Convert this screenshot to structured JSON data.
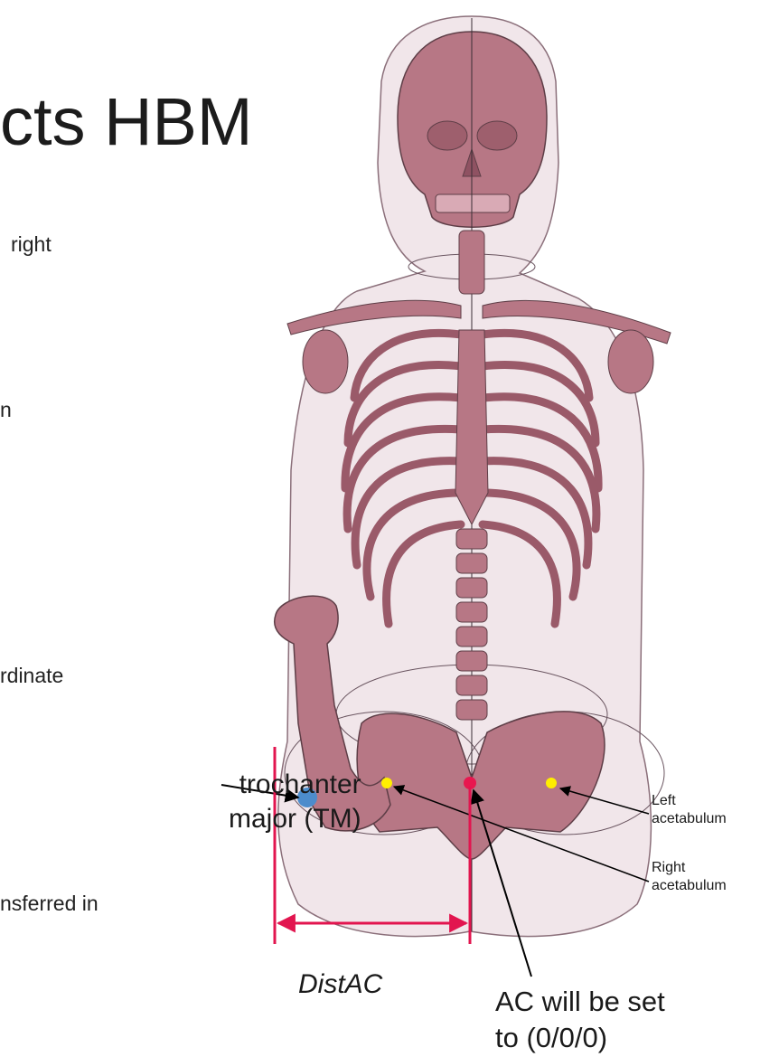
{
  "slide": {
    "title_fragment": "cts HBM",
    "body_fragments": [
      "right",
      "n",
      "rdinate",
      "nsferred in"
    ]
  },
  "labels": {
    "trochanter": "trochanter\nmajor (TM)",
    "left_acetabulum": "Left\nacetabulum",
    "right_acetabulum": "Right\nacetabulum",
    "distac": "DistAC",
    "ac_origin": "AC will be set\nto (0/0/0)"
  },
  "colors": {
    "bone": "#b77785",
    "skin": "#e8d8de",
    "landmark_yellow": "#ffee00",
    "landmark_red": "#e8174f",
    "landmark_blue": "#4c8ccc",
    "measure_line": "#e2154f"
  }
}
